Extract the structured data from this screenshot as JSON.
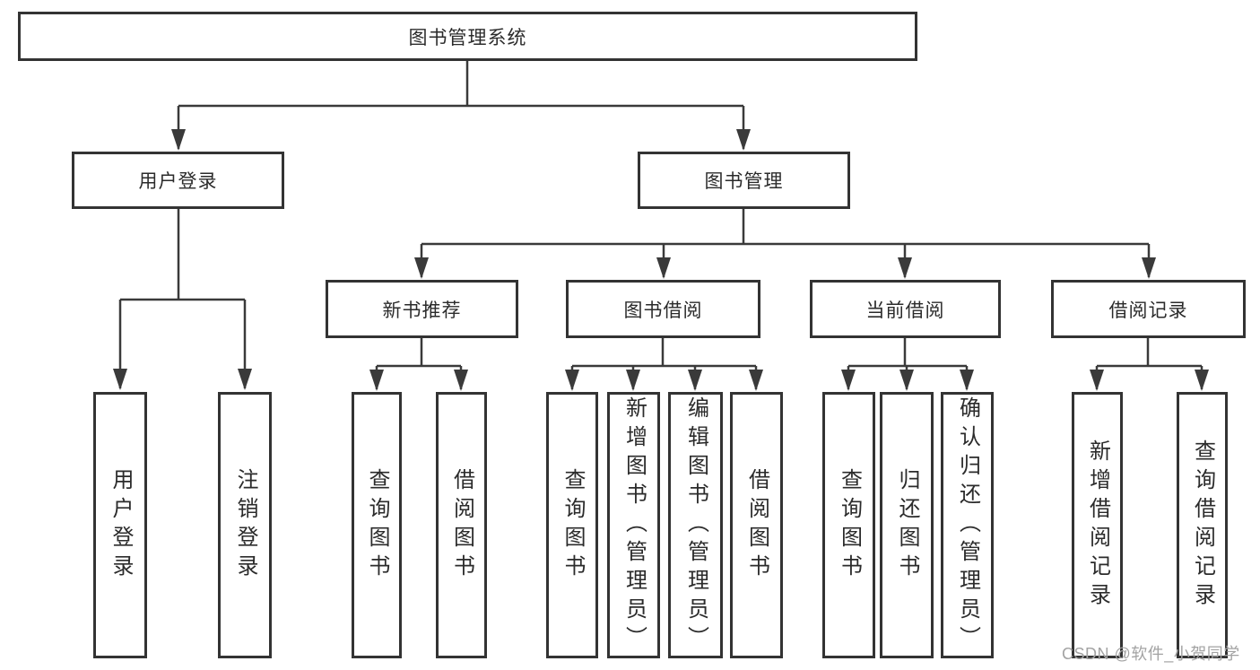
{
  "diagram": {
    "root": {
      "label": "图书管理系统"
    },
    "level2": [
      {
        "label": "用户登录"
      },
      {
        "label": "图书管理"
      }
    ],
    "level3": [
      {
        "label": "新书推荐"
      },
      {
        "label": "图书借阅"
      },
      {
        "label": "当前借阅"
      },
      {
        "label": "借阅记录"
      }
    ],
    "leaves": [
      {
        "label": "用户登录"
      },
      {
        "label": "注销登录"
      },
      {
        "label": "查询图书"
      },
      {
        "label": "借阅图书"
      },
      {
        "label": "查询图书"
      },
      {
        "label": "新增图书（管理员）"
      },
      {
        "label": "编辑图书（管理员）"
      },
      {
        "label": "借阅图书"
      },
      {
        "label": "查询图书"
      },
      {
        "label": "归还图书"
      },
      {
        "label": "确认归还（管理员）"
      },
      {
        "label": "新增借阅记录"
      },
      {
        "label": "查询借阅记录"
      }
    ]
  },
  "watermark": {
    "text": "CSDN @软件_小贺同学",
    "color": "#a3a3a3"
  },
  "colors": {
    "line": "#3a3a3a",
    "box_border": "#333333",
    "text": "#2b2b2b",
    "background": "#ffffff"
  }
}
